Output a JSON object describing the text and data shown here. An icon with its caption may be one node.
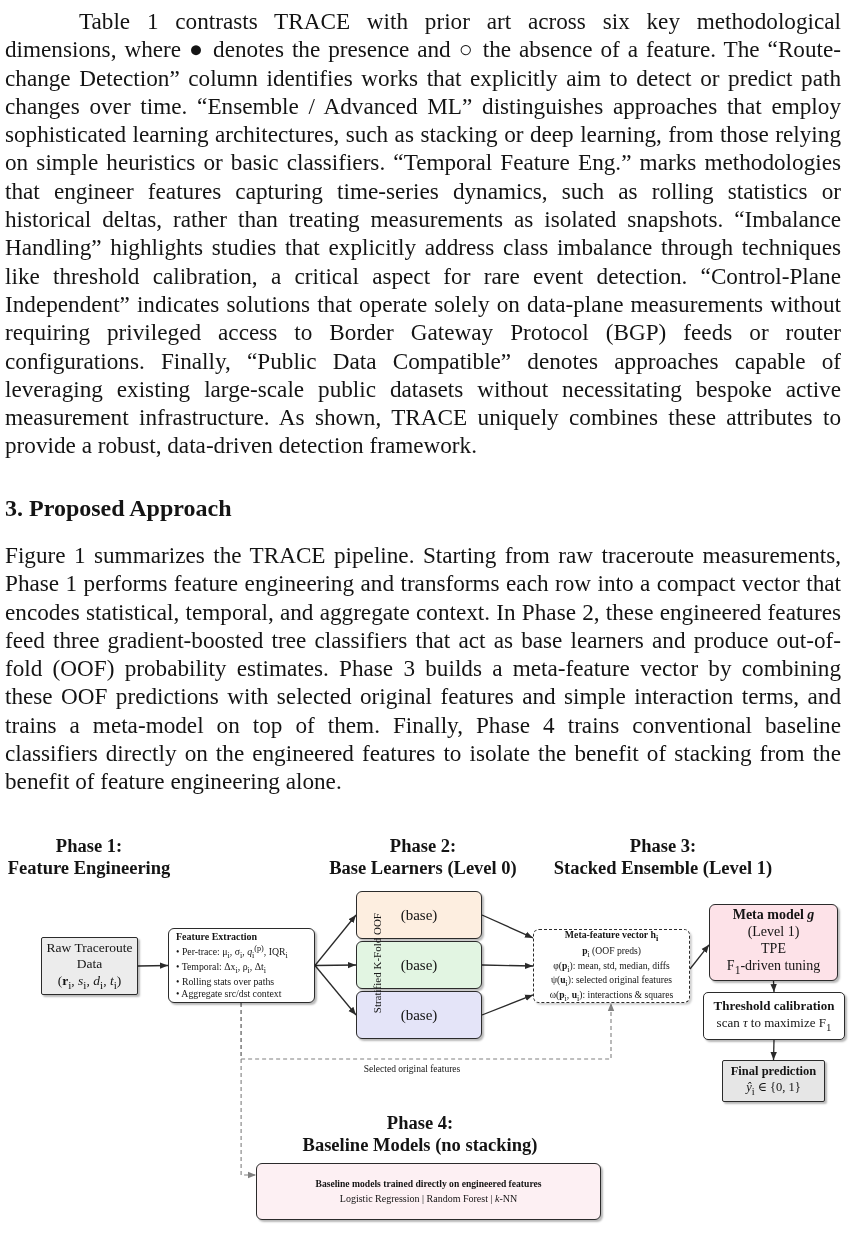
{
  "diagram": {
    "nodes": [
      {
        "text": [
          "Raw Traceroute Data",
          "(**r**$_{i}$, *s*$_{i}$, *d*$_{i}$, *t*$_{i}$)"
        ]
      },
      {
        "text": [
          "Feature Extraction",
          "• Per-trace: μ$_{i}$, σ$_{i}$, *q*$_{i}$$^{(p)}$, IQR$_{i}$",
          "• Temporal: Δx$_{i}$, ρ$_{i}$, Δt$_{i}$",
          "• Rolling stats over paths",
          "• Aggregate src/dst context"
        ]
      },
      {
        "text": [
          "(base)"
        ]
      },
      {
        "text": [
          "(base)"
        ]
      },
      {
        "text": [
          "(base)"
        ]
      },
      {
        "text": [
          "Meta-feature vector h$_{i}$",
          "**p**$_{i}$ (OOF preds)",
          "φ(**p**$_{i}$): mean, std, median, diffs",
          "ψ(**u**$_{i}$): selected original features",
          "ω(**p**$_{i}$, **u**$_{i}$): interactions & squares"
        ]
      },
      {
        "text": [
          "Meta model *g*",
          "(Level 1)",
          "TPE",
          "F$_{1}$-driven tuning"
        ]
      },
      {
        "text": [
          "Threshold calibration",
          "scan *τ* to maximize F$_{1}$"
        ]
      },
      {
        "text": [
          "Final prediction",
          "*ŷ*$_{i}$ ∈ {0, 1}"
        ]
      },
      {
        "text": [
          "Baseline models trained directly on engineered features",
          "Logistic Regression | Random Forest | *k*-NN"
        ],
        "beside": [
          "Phase 4: Baseline Models (no stacking)"
        ]
      }
    ],
    "edges": [
      {
        "from": 0,
        "to": 1,
        "arrow": "to"
      },
      {
        "from": 1,
        "to": 2,
        "arrow": "to"
      },
      {
        "from": 1,
        "to": 3,
        "arrow": "to"
      },
      {
        "from": 1,
        "to": 4,
        "arrow": "to"
      },
      {
        "from": 2,
        "to": 5,
        "arrow": "to"
      },
      {
        "from": 3,
        "to": 5,
        "arrow": "to"
      },
      {
        "from": 4,
        "to": 5,
        "arrow": "to"
      },
      {
        "from": 5,
        "to": 6,
        "arrow": "to"
      },
      {
        "from": 6,
        "to": 7,
        "arrow": "to"
      },
      {
        "from": 7,
        "to": 8,
        "arrow": "to"
      },
      {
        "from": 1,
        "to": 5,
        "arrow": "to",
        "label": "Selected original features",
        "style": "dashed",
        "color": "#808080"
      },
      {
        "from": 1,
        "to": 9,
        "arrow": "to",
        "style": "dashed",
        "color": "#808080"
      }
    ],
    "labels": [
      "Table 1 contrasts TRACE with prior art across six key methodological dimensions, where ● denotes the presence and ○ the absence of a feature. The “Route-change Detection” column identifies works that explicitly aim to detect or predict path changes over time. “Ensemble / Advanced ML” distinguishes approaches that employ sophisticated learning architectures, such as stacking or deep learning, from those relying on simple heuristics or basic classifiers. “Temporal Feature Eng.” marks methodologies that engineer features capturing time-series dynamics, such as rolling statistics or historical deltas, rather than treating measurements as isolated snapshots. “Imbalance Handling” highlights studies that explicitly address class imbalance through techniques like threshold calibration, a critical aspect for rare event detection. “Control-Plane Independent” indicates solutions that operate solely on data-plane measurements without requiring privileged access to Border Gateway Protocol (BGP) feeds or router configurations. Finally, “Public Data Compatible” denotes approaches capable of leveraging existing large-scale public datasets without necessitating bespoke active measurement infrastructure. As shown, TRACE uniquely combines these attributes to provide a robust, data-driven detection framework.",
      "3. Proposed Approach",
      "Figure 1 summarizes the TRACE pipeline. Starting from raw traceroute measurements, Phase 1 performs feature engineering and transforms each row into a compact vector that encodes statistical, temporal, and aggregate context. In Phase 2, these engineered features feed three gradient-boosted tree classifiers that act as base learners and produce out-of-fold (OOF) probability estimates. Phase 3 builds a meta-feature vector by combining these OOF predictions with selected original features and simple interaction terms, and trains a meta-model on top of them. Finally, Phase 4 trains conventional baseline classifiers directly on the engineered features to isolate the benefit of stacking from the benefit of feature engineering alone.",
      "Phase 1: Feature Engineering",
      "Phase 2: Base Learners (Level 0)",
      "Phase 3: Stacked Ensemble (Level 1)",
      "Stratified K-Fold OOF"
    ]
  }
}
